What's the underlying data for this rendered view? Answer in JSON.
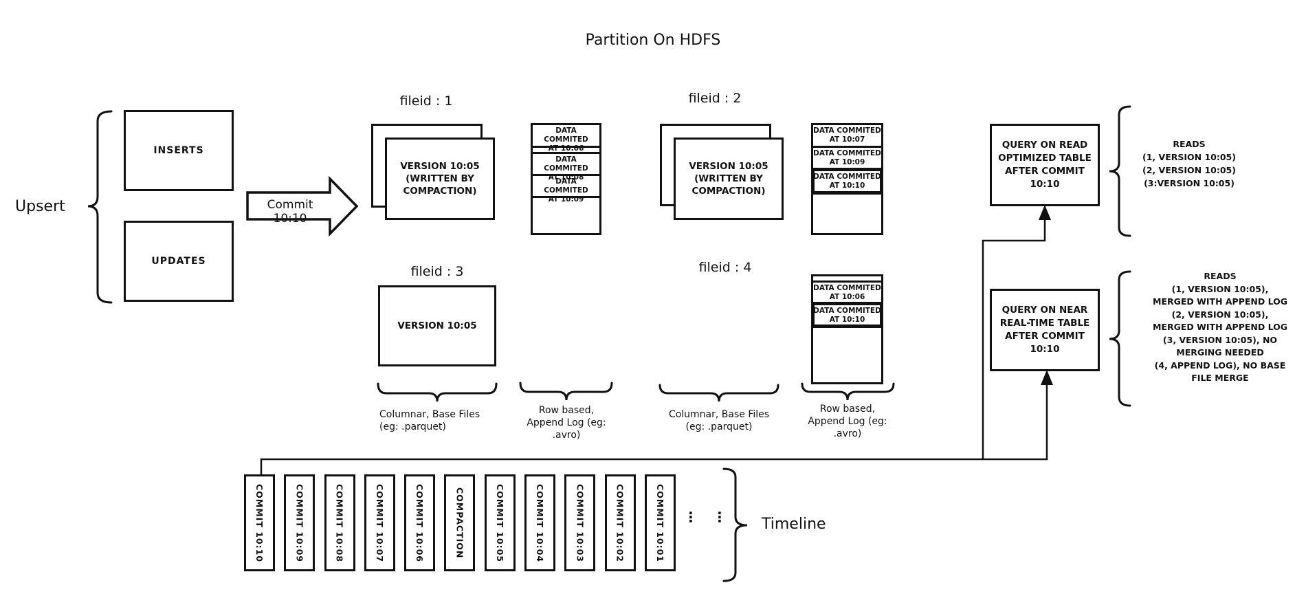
{
  "title": "Partition On HDFS",
  "upsert": {
    "label": "Upsert",
    "inserts_label": "INSERTS",
    "updates_label": "UPDATES"
  },
  "commit_arrow": {
    "label": "Commit 10:10"
  },
  "file_groups": {
    "fileid1": {
      "label": "fileid : 1",
      "base_file": "VERSION 10:05\n(WRITTEN BY\nCOMPACTION)",
      "log_cells": [
        "DATA COMMITED\nAT 10:06",
        "DATA COMMITED\nAT 10:08",
        "DATA COMMITED\nAT 10:09"
      ]
    },
    "fileid2": {
      "label": "fileid : 2",
      "base_file": "VERSION 10:05\n(WRITTEN BY\nCOMPACTION)",
      "log_cells": [
        "DATA COMMITED\nAT 10:07",
        "DATA COMMITED\nAT 10:09",
        "DATA COMMITED\nAT 10:10"
      ]
    },
    "fileid3": {
      "label": "fileid : 3",
      "base_file": "VERSION 10:05"
    },
    "fileid4": {
      "label": "fileid : 4",
      "log_cells": [
        "DATA COMMITED\nAT 10:06",
        "DATA COMMITED\nAT 10:10"
      ]
    }
  },
  "captions": {
    "columnar1": "Columnar, Base Files\n(eg: .parquet)",
    "row1": "Row based,\nAppend Log  (eg:\n.avro)",
    "columnar2": "Columnar, Base Files\n(eg: .parquet)",
    "row2": "Row based,\nAppend Log  (eg:\n.avro)"
  },
  "queries": {
    "read_optimized": {
      "label": "QUERY ON READ\nOPTIMIZED TABLE\nAFTER COMMIT\n10:10",
      "reads": "READS\n(1, VERSION 10:05)\n(2, VERSION 10:05)\n(3:VERSION 10:05)"
    },
    "near_real_time": {
      "label": "QUERY ON NEAR\nREAL-TIME TABLE\nAFTER COMMIT\n10:10",
      "reads": "READS\n(1, VERSION 10:05),\nMERGED WITH APPEND LOG\n(2, VERSION 10:05),\nMERGED WITH APPEND LOG\n(3, VERSION 10:05), NO\nMERGING NEEDED\n(4, APPEND LOG), NO BASE\nFILE MERGE"
    }
  },
  "timeline": {
    "label": "Timeline",
    "ellipsis": "⋮",
    "items": [
      "COMMIT 10:10",
      "COMMIT 10:09",
      "COMMIT 10:08",
      "COMMIT 10:07",
      "COMMIT 10:06",
      "COMPACTION",
      "COMMIT 10:05",
      "COMMIT 10:04",
      "COMMIT 10:03",
      "COMMIT 10:02",
      "COMMIT 10:01"
    ]
  },
  "colors": {
    "ink": "#111111",
    "background": "#ffffff"
  }
}
